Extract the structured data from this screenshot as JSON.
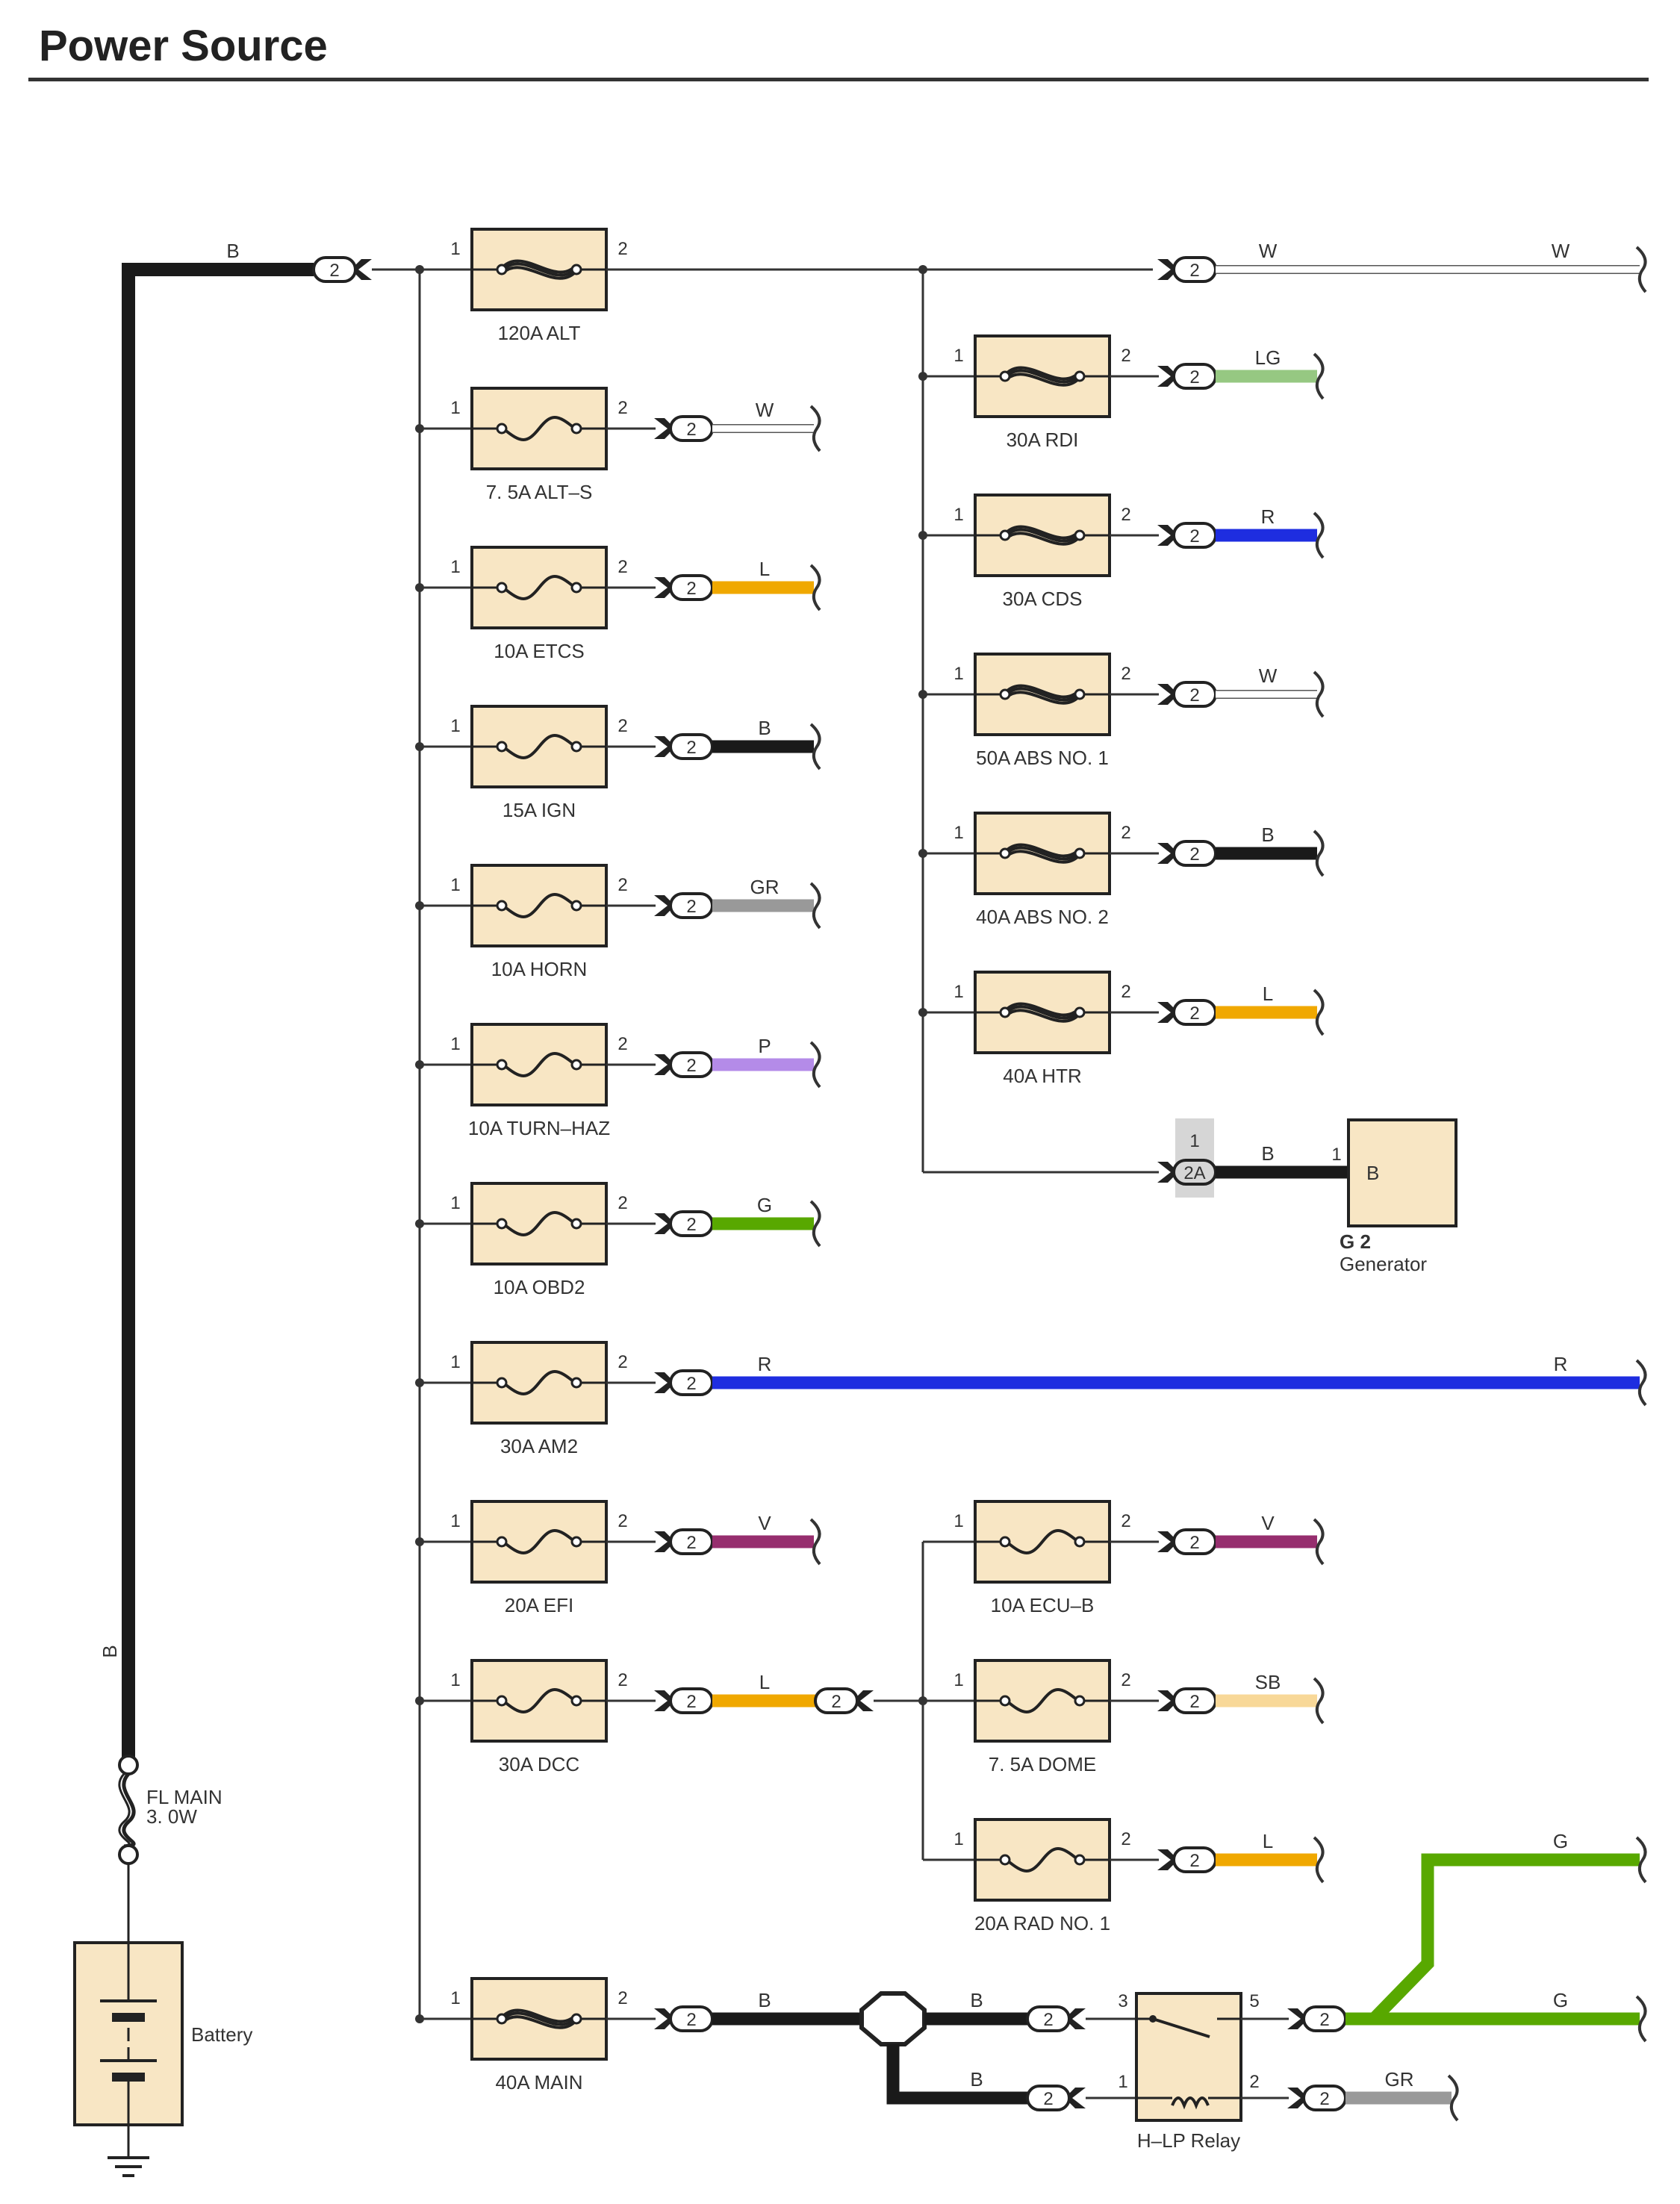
{
  "page": {
    "title": "Power Source"
  },
  "colors": {
    "B": "#1a1a1a",
    "W": "#ffffff",
    "L": "#f0a800",
    "GR": "#999999",
    "P": "#b48be8",
    "G": "#58a800",
    "R": "#1e2de0",
    "V": "#962e6e",
    "LG": "#96c882",
    "SB": "#f8d898",
    "fuse_fill": "#f8e6c4"
  },
  "connector_pin": "2",
  "battery": {
    "label": "Battery",
    "wire_color": "B"
  },
  "fusible_link": {
    "name": "FL MAIN",
    "rating": "3. 0W"
  },
  "left_fuses": [
    {
      "label": "120A ALT",
      "pin_in": "1",
      "pin_out": "2",
      "type": "high",
      "wire_color": "W"
    },
    {
      "label": "7. 5A ALT–S",
      "pin_in": "1",
      "pin_out": "2",
      "type": "low",
      "wire_color": "W"
    },
    {
      "label": "10A ETCS",
      "pin_in": "1",
      "pin_out": "2",
      "type": "low",
      "wire_color": "L"
    },
    {
      "label": "15A IGN",
      "pin_in": "1",
      "pin_out": "2",
      "type": "low",
      "wire_color": "B"
    },
    {
      "label": "10A HORN",
      "pin_in": "1",
      "pin_out": "2",
      "type": "low",
      "wire_color": "GR"
    },
    {
      "label": "10A TURN–HAZ",
      "pin_in": "1",
      "pin_out": "2",
      "type": "low",
      "wire_color": "P"
    },
    {
      "label": "10A OBD2",
      "pin_in": "1",
      "pin_out": "2",
      "type": "low",
      "wire_color": "G"
    },
    {
      "label": "30A AM2",
      "pin_in": "1",
      "pin_out": "2",
      "type": "low",
      "wire_color": "R"
    },
    {
      "label": "20A EFI",
      "pin_in": "1",
      "pin_out": "2",
      "type": "low",
      "wire_color": "V"
    },
    {
      "label": "30A DCC",
      "pin_in": "1",
      "pin_out": "2",
      "type": "low",
      "wire_color": "L"
    },
    {
      "label": "40A MAIN",
      "pin_in": "1",
      "pin_out": "2",
      "type": "high",
      "wire_color": "B"
    }
  ],
  "alt_branch_fuses": [
    {
      "label": "30A RDI",
      "pin_in": "1",
      "pin_out": "2",
      "type": "high",
      "wire_color": "LG"
    },
    {
      "label": "30A CDS",
      "pin_in": "1",
      "pin_out": "2",
      "type": "high",
      "wire_color": "R"
    },
    {
      "label": "50A ABS NO. 1",
      "pin_in": "1",
      "pin_out": "2",
      "type": "high",
      "wire_color": "W"
    },
    {
      "label": "40A ABS NO. 2",
      "pin_in": "1",
      "pin_out": "2",
      "type": "high",
      "wire_color": "B"
    },
    {
      "label": "40A HTR",
      "pin_in": "1",
      "pin_out": "2",
      "type": "high",
      "wire_color": "L"
    }
  ],
  "dcc_branch_fuses": [
    {
      "label": "10A ECU–B",
      "pin_in": "1",
      "pin_out": "2",
      "type": "low",
      "wire_color": "V"
    },
    {
      "label": "7. 5A DOME",
      "pin_in": "1",
      "pin_out": "2",
      "type": "low",
      "wire_color": "SB"
    },
    {
      "label": "20A RAD NO. 1",
      "pin_in": "1",
      "pin_out": "2",
      "type": "low",
      "wire_color": "L"
    }
  ],
  "generator": {
    "code": "G 2",
    "name": "Generator",
    "terminal": "B",
    "terminal_pin": "1",
    "connector_pin": "1",
    "connector_code": "2A",
    "wire_color": "B"
  },
  "relay": {
    "name": "H–LP Relay",
    "pins": {
      "p3": "3",
      "p5": "5",
      "p1": "1",
      "p2": "2"
    },
    "wire_in_color": "B",
    "wire_out_color": "G",
    "wire_ground_color": "GR"
  }
}
